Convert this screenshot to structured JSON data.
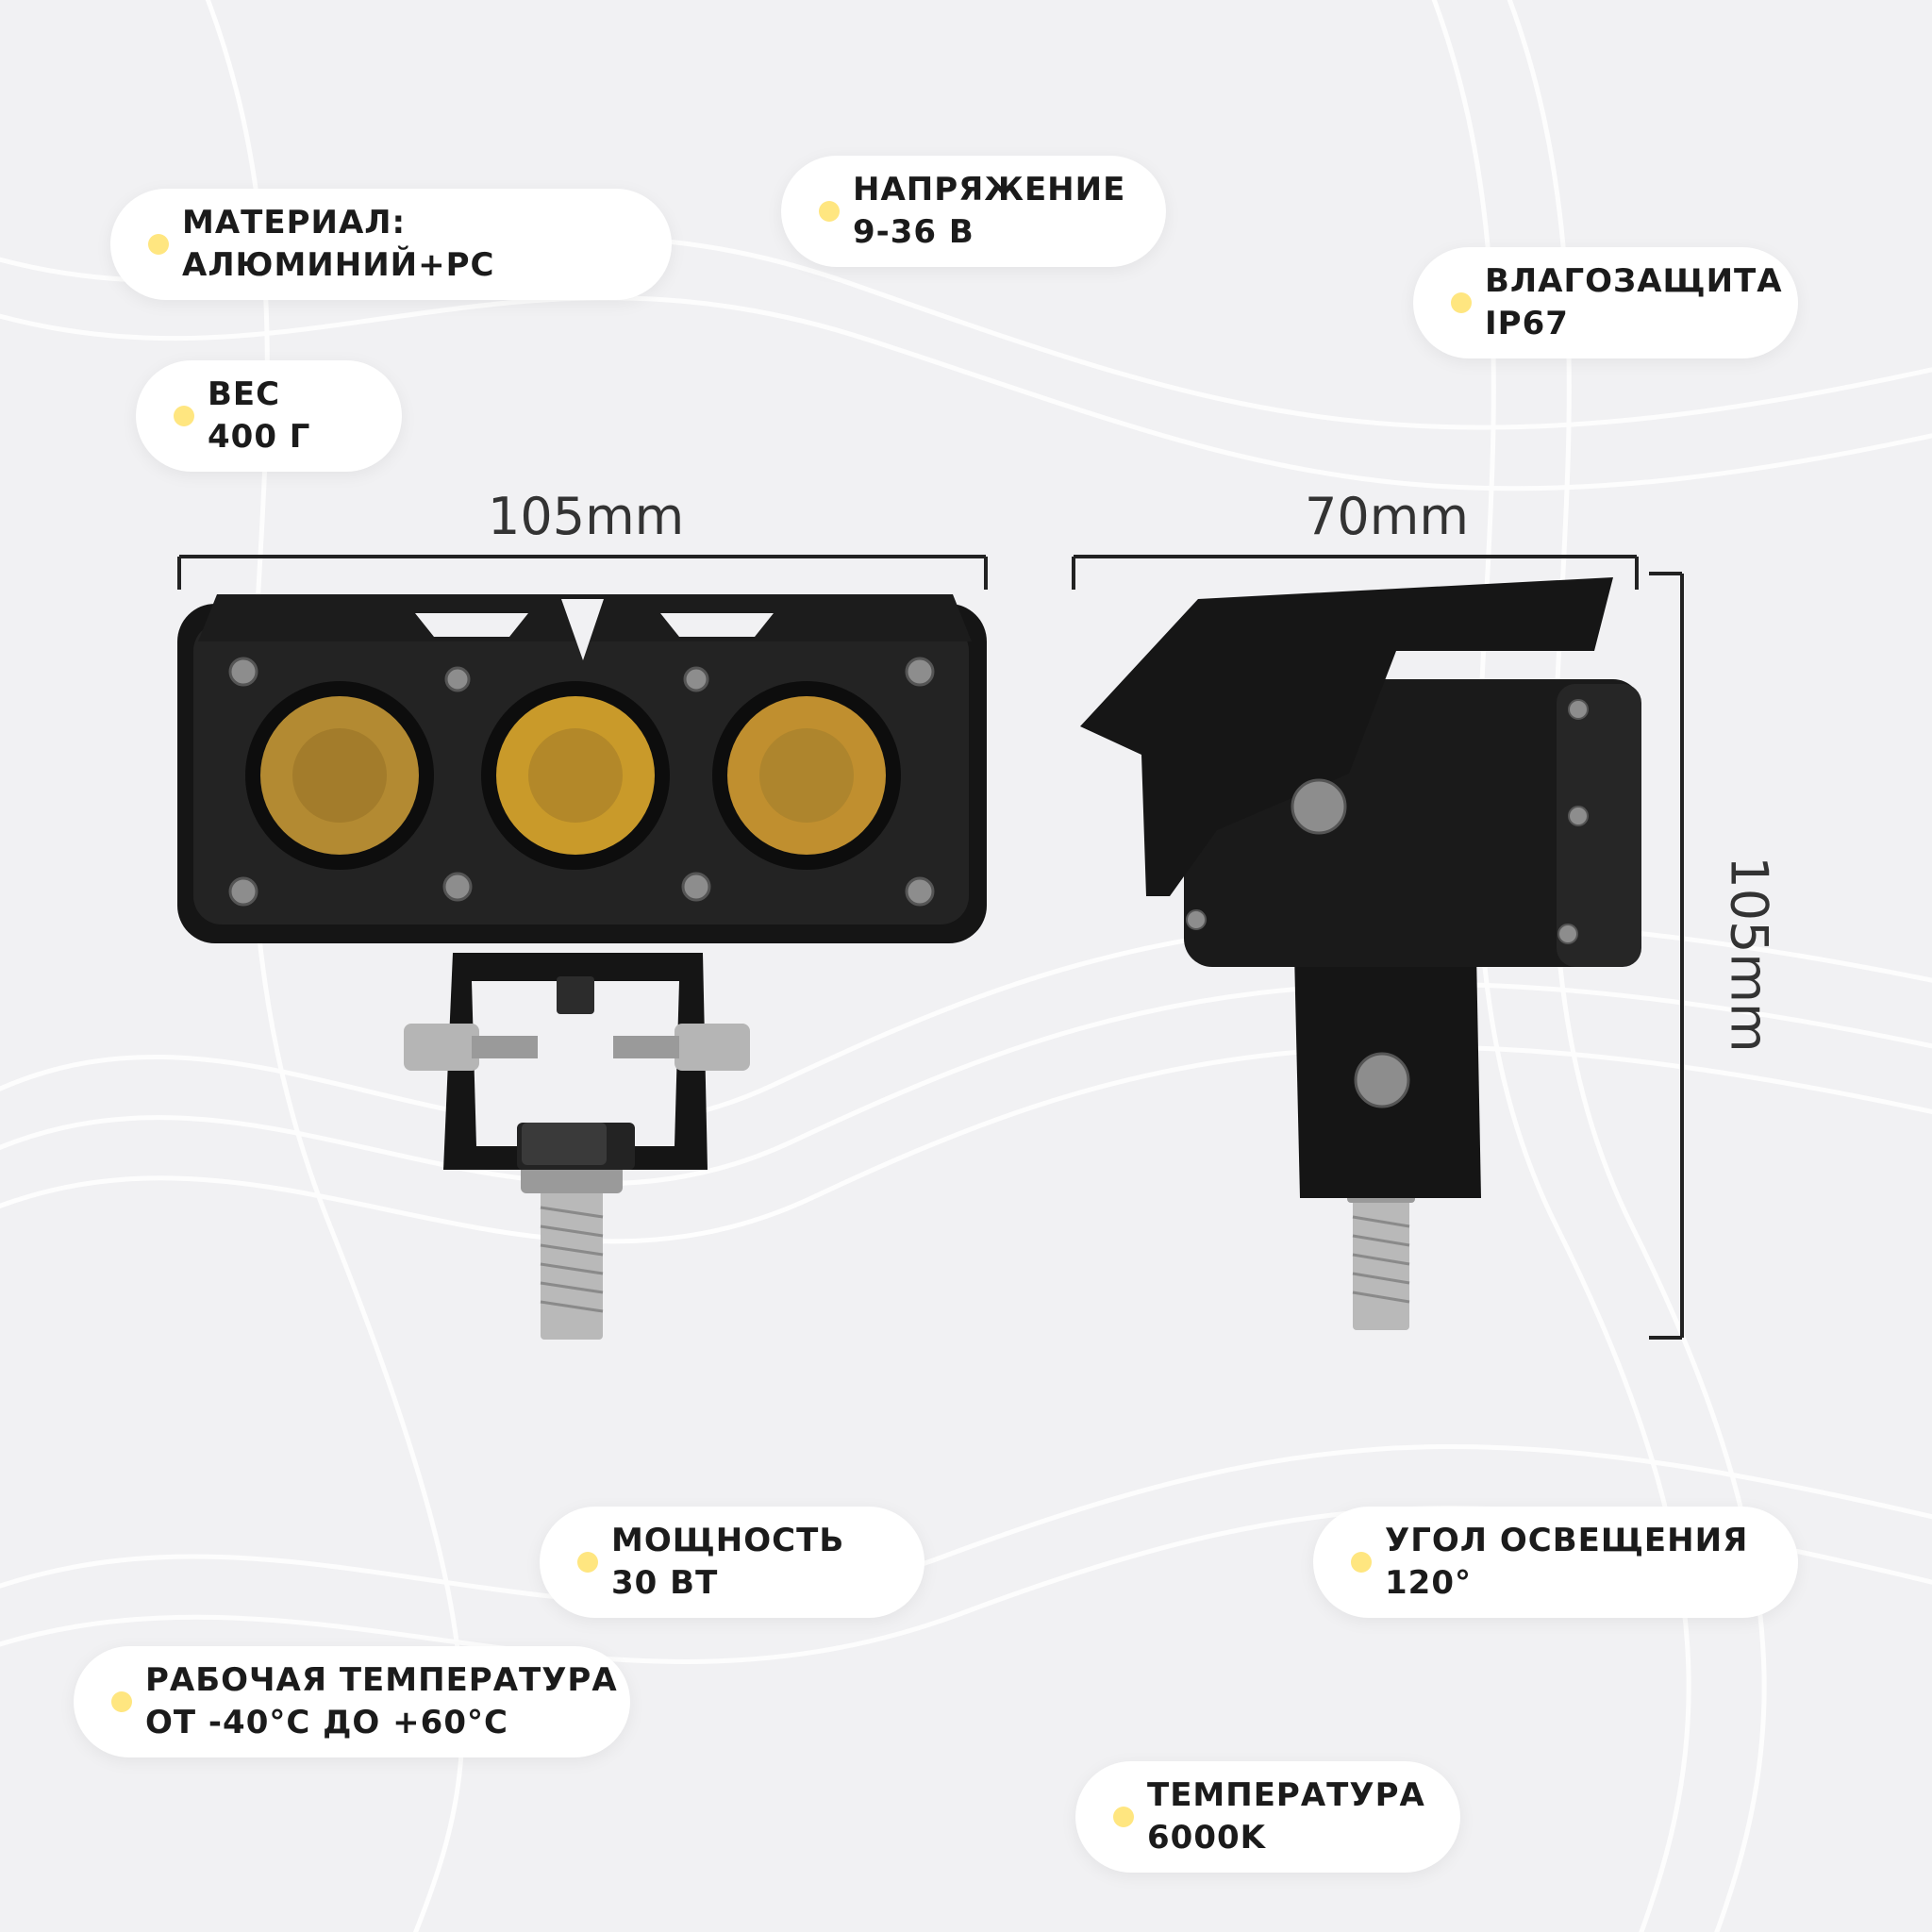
{
  "specs": {
    "material": {
      "line1": "МАТЕРИАЛ:",
      "line2": "АЛЮМИНИЙ+PC"
    },
    "voltage": {
      "line1": "НАПРЯЖЕНИЕ",
      "line2": "9-36 В"
    },
    "waterproof": {
      "line1": "ВЛАГОЗАЩИТА",
      "line2": "IP67"
    },
    "weight": {
      "line1": "ВЕС",
      "line2": "400 Г"
    },
    "power": {
      "line1": "МОЩНОСТЬ",
      "line2": "30 ВТ"
    },
    "beam_angle": {
      "line1": "УГОЛ ОСВЕЩЕНИЯ",
      "line2": "120°"
    },
    "operating_temp": {
      "line1": "РАБОЧАЯ ТЕМПЕРАТУРА",
      "line2": "ОТ -40°С ДО +60°С"
    },
    "color_temp": {
      "line1": "ТЕМПЕРАТУРА",
      "line2": "6000K"
    }
  },
  "dimensions": {
    "front_width": "105mm",
    "side_depth": "70mm",
    "side_height": "105mm"
  },
  "colors": {
    "accent_dot": "#ffe680",
    "lens_amber": "#c99a2a",
    "housing": "#1a1a1a",
    "background": "#f2f2f4"
  }
}
